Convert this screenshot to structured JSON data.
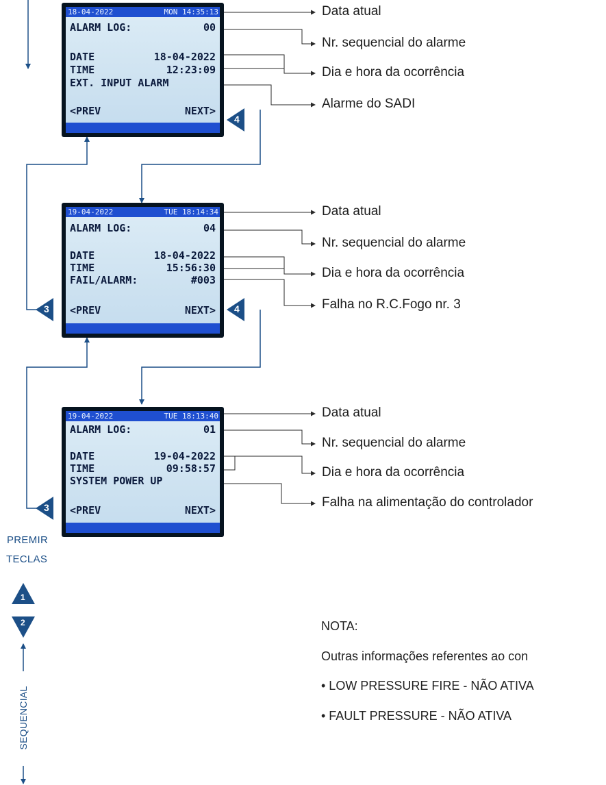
{
  "screens": [
    {
      "header_date": "18-04-2022",
      "header_time": "MON 14:35:13",
      "row1_left": "ALARM LOG:",
      "row1_right": "00",
      "row2_left": "DATE",
      "row2_right": "18-04-2022",
      "row3_left": "TIME",
      "row3_right": "12:23:09",
      "row4_left": "EXT. INPUT ALARM",
      "row4_right": "",
      "prev_label": "<PREV",
      "next_label": "NEXT>"
    },
    {
      "header_date": "19-04-2022",
      "header_time": "TUE 18:14:34",
      "row1_left": "ALARM LOG:",
      "row1_right": "04",
      "row2_left": "DATE",
      "row2_right": "18-04-2022",
      "row3_left": "TIME",
      "row3_right": "15:56:30",
      "row4_left": "FAIL/ALARM:",
      "row4_right": "#003",
      "prev_label": "<PREV",
      "next_label": "NEXT>"
    },
    {
      "header_date": "19-04-2022",
      "header_time": "TUE 18:13:40",
      "row1_left": "ALARM LOG:",
      "row1_right": "01",
      "row2_left": "DATE",
      "row2_right": "19-04-2022",
      "row3_left": "TIME",
      "row3_right": "09:58:57",
      "row4_left": "SYSTEM POWER UP",
      "row4_right": "",
      "prev_label": "<PREV",
      "next_label": "NEXT>"
    }
  ],
  "annotations": [
    [
      "Data atual",
      "Nr. sequencial do alarme",
      "Dia e hora da ocorrência",
      "Alarme do SADI"
    ],
    [
      "Data atual",
      "Nr. sequencial do alarme",
      "Dia e hora da ocorrência",
      "Falha no R.C.Fogo nr. 3"
    ],
    [
      "Data atual",
      "Nr. sequencial do alarme",
      "Dia e hora da ocorrência",
      "Falha na alimentação do controlador"
    ]
  ],
  "keys": {
    "up": "1",
    "down": "2",
    "prev": "3",
    "next": "4"
  },
  "legend": {
    "premir": "PREMIR",
    "teclas": "TECLAS",
    "sequencial": "SEQUENCIAL"
  },
  "note": {
    "title": "NOTA:",
    "text": "Outras informações referentes ao con",
    "bullet1": "• LOW PRESSURE FIRE - NÃO ATIVA",
    "bullet2": "• FAULT PRESSURE - NÃO ATIVA"
  },
  "colors": {
    "key_blue": "#1c4f87",
    "lcd_bar": "#1f4fd0",
    "line": "#1c4f87"
  }
}
